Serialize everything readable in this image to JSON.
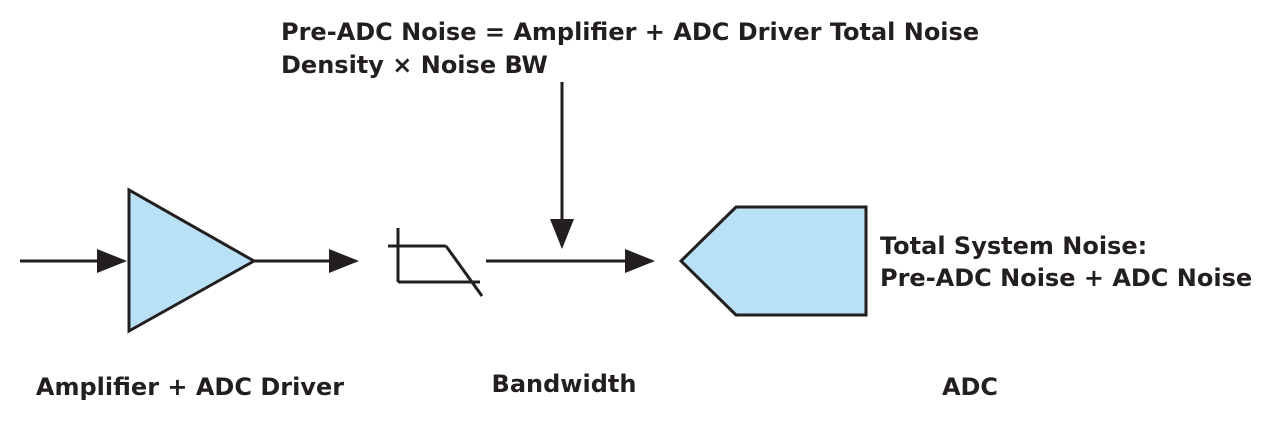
{
  "top_note": {
    "line1": "Pre-ADC Noise =  Amplifier + ADC Driver Total Noise",
    "line2": "Density × Noise BW"
  },
  "side_note": {
    "line1": "Total System Noise:",
    "line2": "Pre-ADC Noise + ADC Noise"
  },
  "captions": {
    "amplifier": "Amplifier + ADC Driver",
    "bandwidth": "Bandwidth",
    "adc": "ADC"
  },
  "colors": {
    "block_fill": "#b9e1f5",
    "stroke": "#231f20"
  }
}
